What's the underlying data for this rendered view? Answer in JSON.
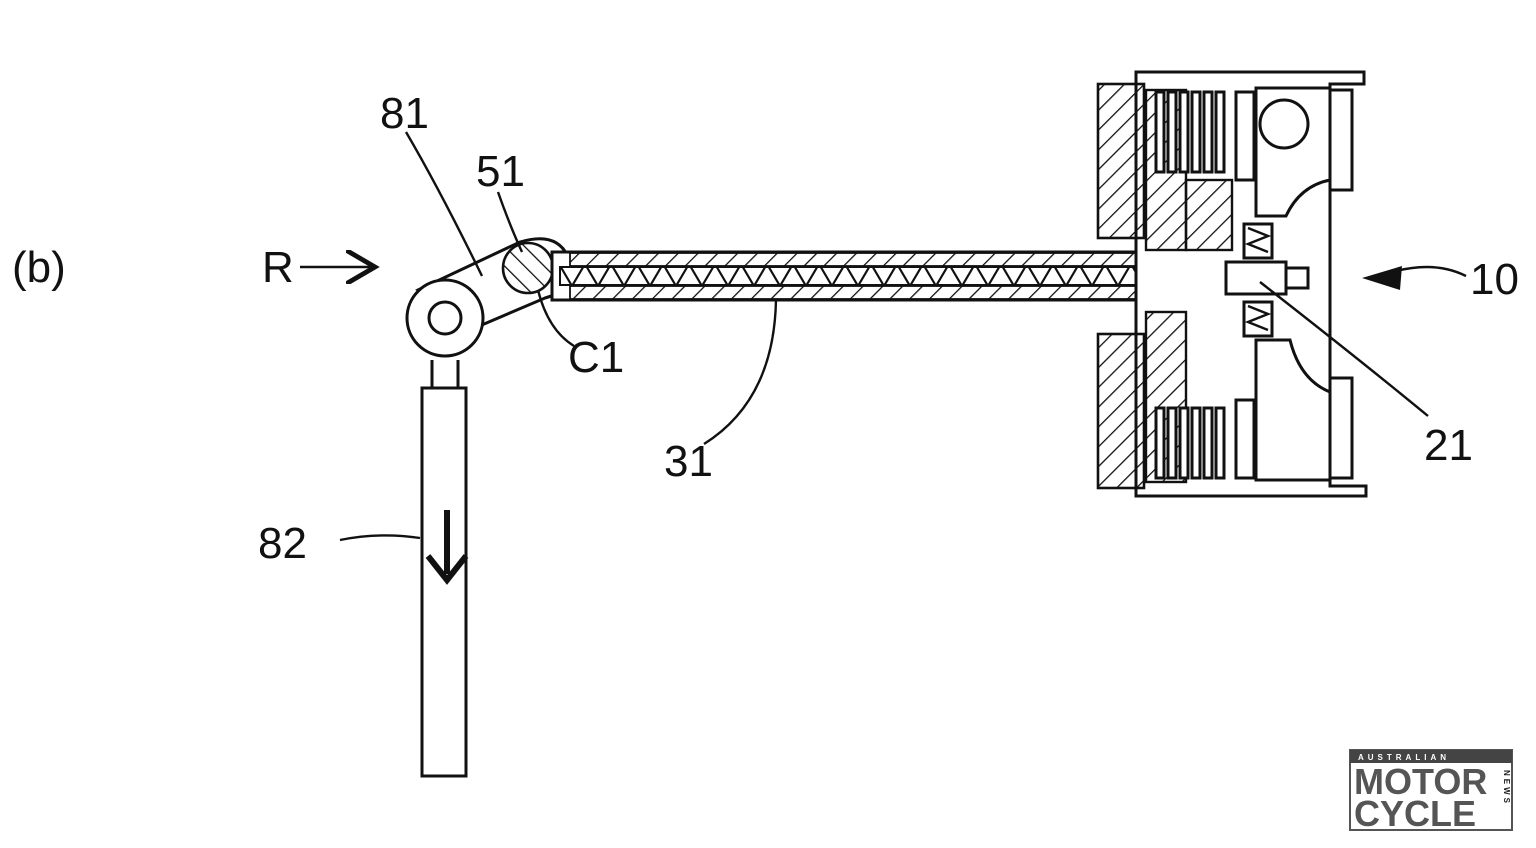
{
  "figure": {
    "panel_label": "(b)",
    "labels": {
      "l81": "81",
      "l51": "51",
      "lR": "R",
      "lC1": "C1",
      "l31": "31",
      "l82": "82",
      "l10": "10",
      "l21": "21"
    }
  },
  "logo": {
    "top": "AUSTRALIAN",
    "line1": "MOTOR",
    "line2": "CYCLE",
    "side": "NEWS"
  },
  "colors": {
    "ink": "#111111",
    "background": "#ffffff",
    "logo_text": "#555555"
  }
}
